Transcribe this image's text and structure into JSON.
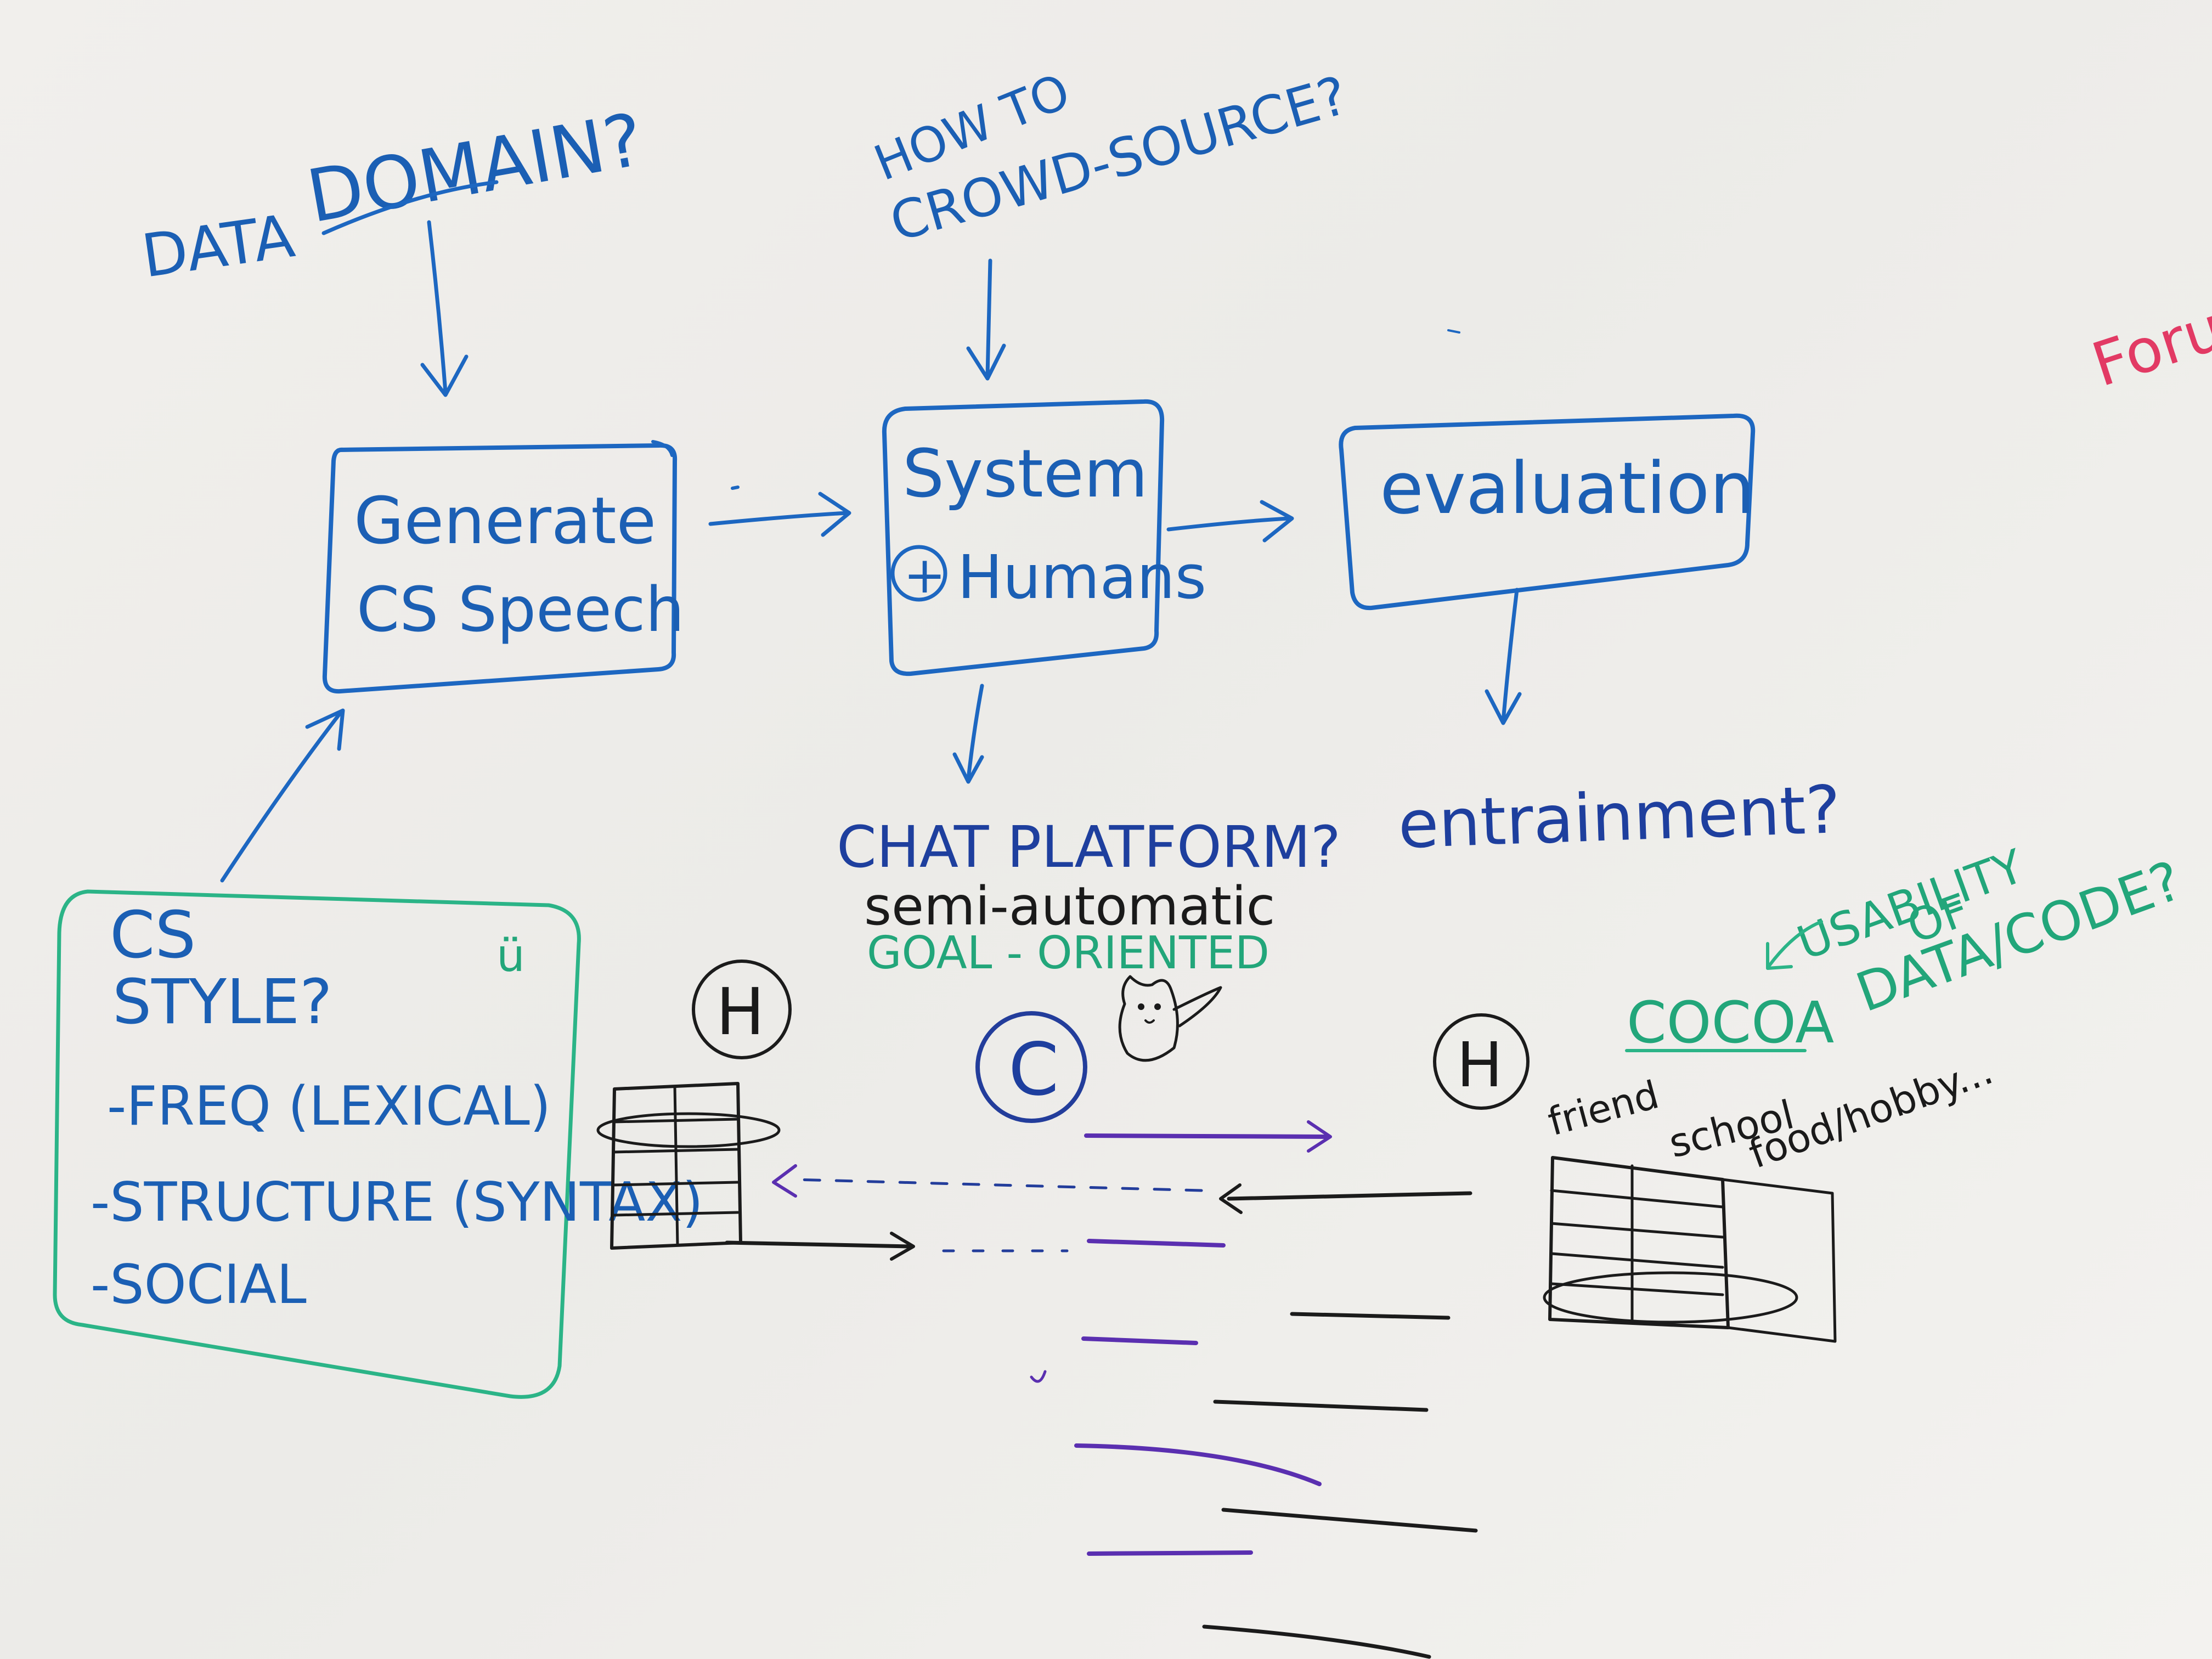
{
  "top": {
    "data_label": "DATA",
    "domain_label": "DOMAIN?",
    "crowd_line1": "HOW TO",
    "crowd_line2": "CROWD-SOURCE?"
  },
  "boxes": {
    "generate_line1": "Generate",
    "generate_line2": "CS Speech",
    "system_line1": "System",
    "system_line2": "Humans",
    "system_plus": "+",
    "evaluation": "evaluation"
  },
  "below": {
    "chat_platform": "CHAT PLATFORM?",
    "semi_automatic": "semi-automatic",
    "goal_oriented": "GOAL - ORIENTED",
    "entrainment": "entrainment?"
  },
  "cs_style": {
    "title_line1": "CS",
    "title_line2": "STYLE?",
    "smiley": "ü",
    "items": [
      "-FREQ  (LEXICAL)",
      "-STRUCTURE (SYNTAX)",
      "-SOCIAL"
    ]
  },
  "right_notes": {
    "usability_line1": "USABILITY",
    "usability_line2": "OF",
    "usability_line3": "DATA/CODE?",
    "cocoa": "COCOA",
    "friend": "friend",
    "school": "school",
    "food_hobby": "food/hobby..."
  },
  "circles": {
    "h_left": "H",
    "c_center": "C",
    "h_right": "H"
  },
  "edge_note": "Forum"
}
